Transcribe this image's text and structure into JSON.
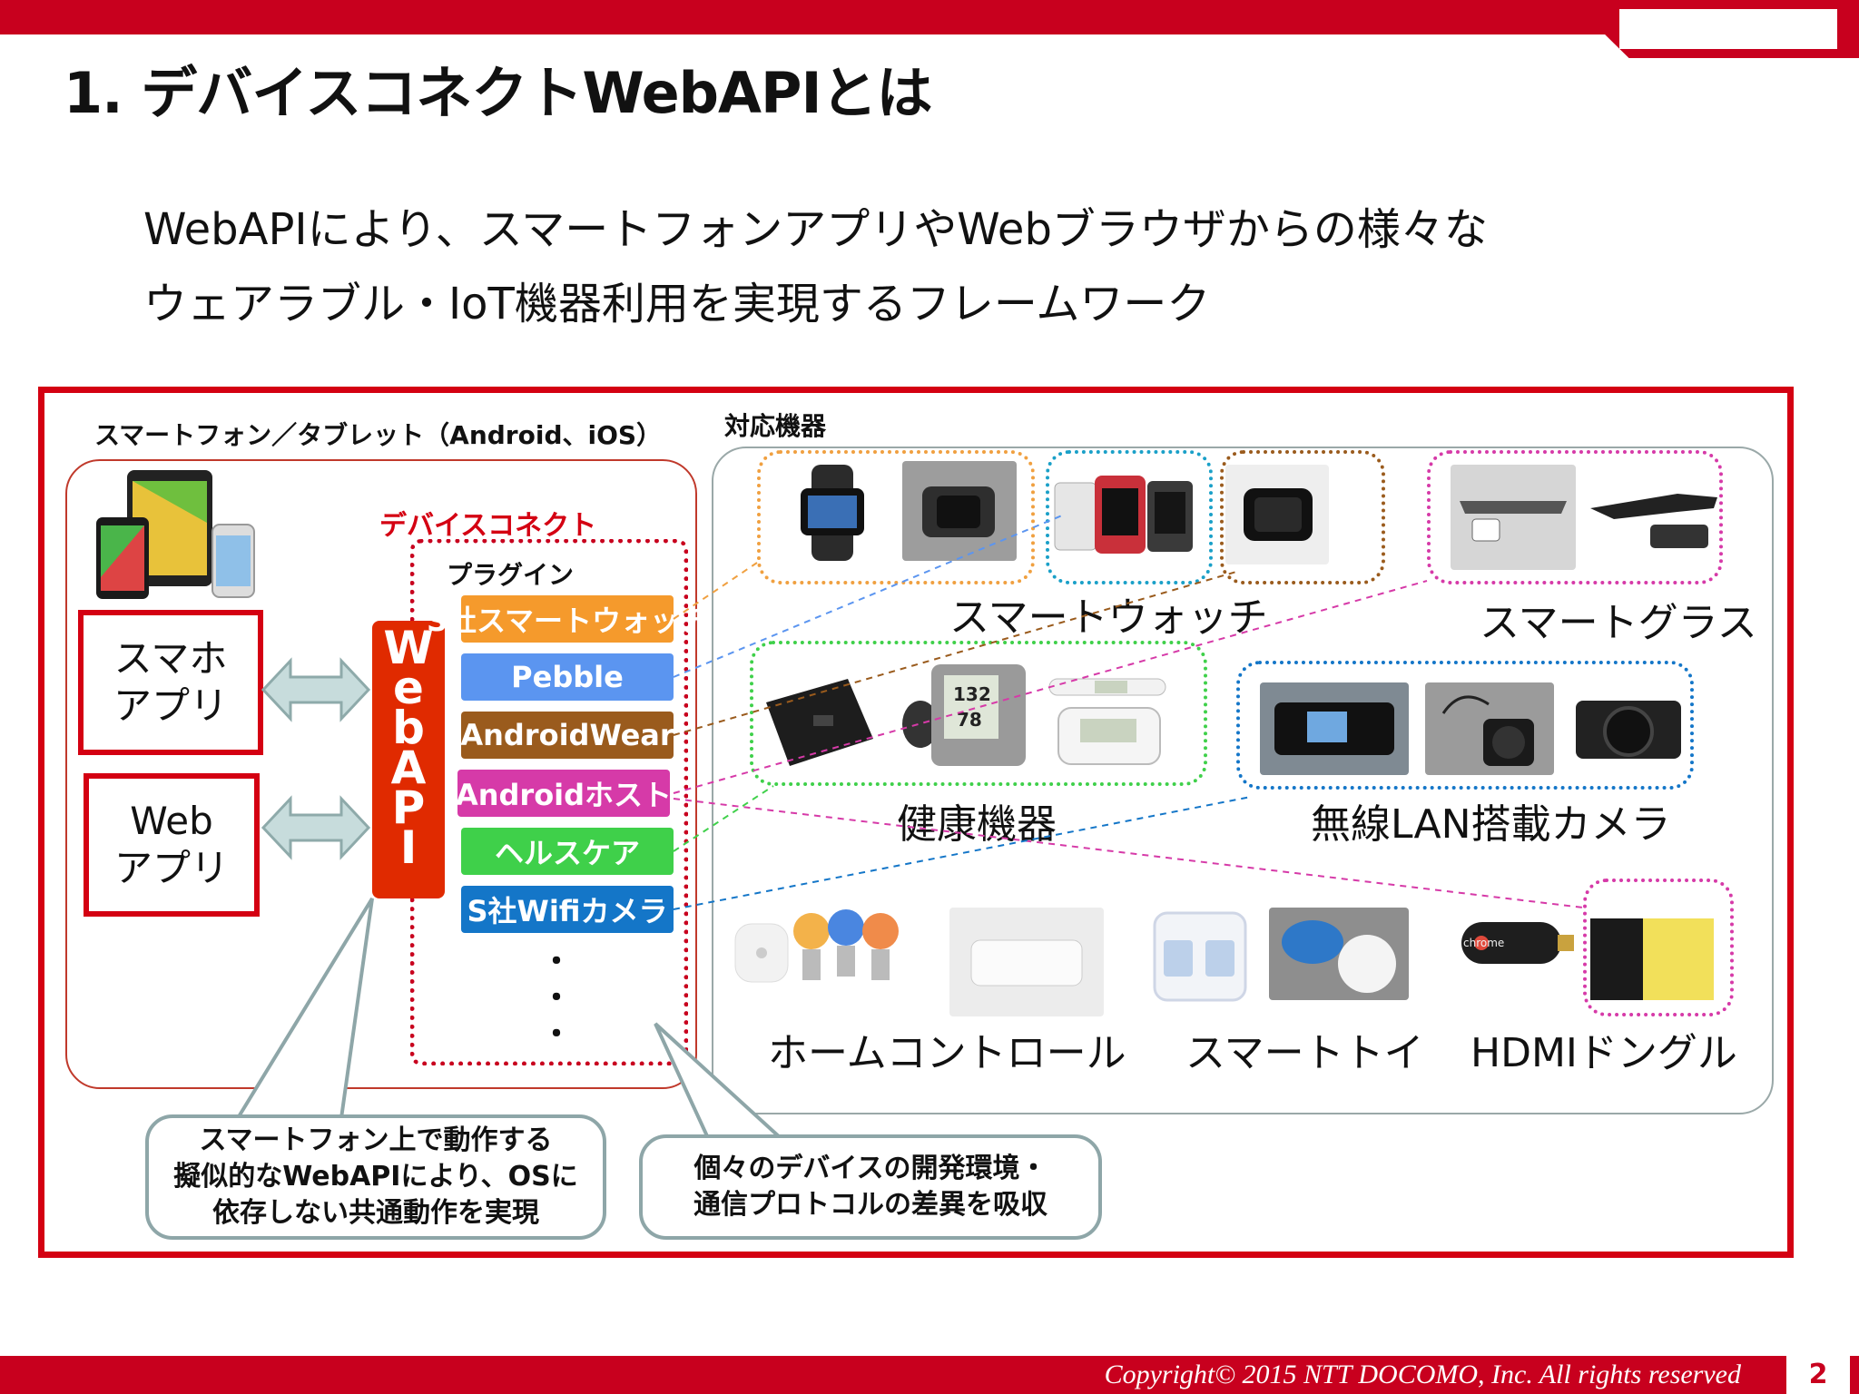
{
  "header": {
    "title": "1. デバイスコネクトWebAPIとは",
    "subtitle_lines": [
      "WebAPIにより、スマートフォンアプリやWebブラウザからの様々な",
      "ウェアラブル・IoT機器利用を実現するフレームワーク"
    ]
  },
  "smartphone_group": {
    "label": "スマートフォン／タブレット（Android、iOS）",
    "apps": [
      "スマホ\nアプリ",
      "Web\nアプリ"
    ],
    "device_connect_label": "デバイスコネクト",
    "plugin_label": "プラグイン",
    "webapi_letters": [
      "W",
      "e",
      "b",
      "A",
      "P",
      "I"
    ],
    "plugins": [
      {
        "label": "S社スマートウォッチ",
        "color": "#f59a2c"
      },
      {
        "label": "Pebble",
        "color": "#5b95f0"
      },
      {
        "label": "AndroidWear",
        "color": "#9a5b1d"
      },
      {
        "label": "Androidホスト",
        "color": "#d63aa8"
      },
      {
        "label": "ヘルスケア",
        "color": "#3fd04a"
      },
      {
        "label": "S社Wifiカメラ",
        "color": "#1476c8"
      }
    ],
    "ellipsis": [
      "・",
      "・",
      "・"
    ]
  },
  "devices_group": {
    "label": "対応機器",
    "categories": [
      {
        "label": "スマートウォッチ",
        "color": "#f0a040"
      },
      {
        "label": "スマートグラス",
        "color": "#d63aa8"
      },
      {
        "label": "健康機器",
        "color": "#3fd04a"
      },
      {
        "label": "無線LAN搭載カメラ",
        "color": "#1476c8"
      },
      {
        "label": "ホームコントロール",
        "color": "#999999"
      },
      {
        "label": "スマートトイ",
        "color": "#999999"
      },
      {
        "label": "HDMIドングル",
        "color": "#d63aa8"
      }
    ]
  },
  "callouts": [
    "スマートフォン上で動作する\n擬似的なWebAPIにより、OSに\n依存しない共通動作を実現",
    "個々のデバイスの開発環境・\n通信プロトコルの差異を吸収"
  ],
  "footer": {
    "copyright": "Copyright© 2015 NTT DOCOMO, Inc. All rights reserved",
    "page_number": "2"
  }
}
